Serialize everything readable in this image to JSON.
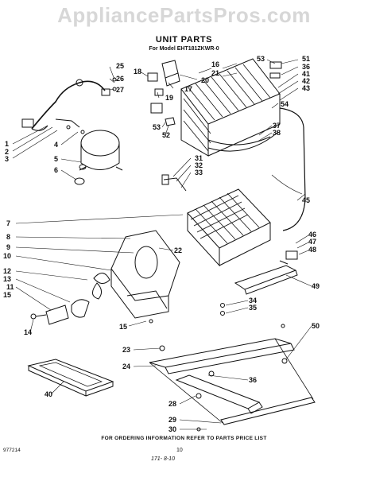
{
  "header": {
    "watermark": "AppliancePartsPros.com",
    "title": "UNIT PARTS",
    "model_line": "For Model EHT181ZKWR-0"
  },
  "callouts": [
    {
      "id": "c25",
      "label": "25"
    },
    {
      "id": "c26",
      "label": "26"
    },
    {
      "id": "c27",
      "label": "27"
    },
    {
      "id": "c18",
      "label": "18"
    },
    {
      "id": "c19",
      "label": "19"
    },
    {
      "id": "c17",
      "label": "17"
    },
    {
      "id": "c20",
      "label": "20"
    },
    {
      "id": "c16",
      "label": "16"
    },
    {
      "id": "c21",
      "label": "21"
    },
    {
      "id": "c53a",
      "label": "53"
    },
    {
      "id": "c51",
      "label": "51"
    },
    {
      "id": "c36a",
      "label": "36"
    },
    {
      "id": "c41",
      "label": "41"
    },
    {
      "id": "c42",
      "label": "42"
    },
    {
      "id": "c43",
      "label": "43"
    },
    {
      "id": "c54",
      "label": "54"
    },
    {
      "id": "c37",
      "label": "37"
    },
    {
      "id": "c38",
      "label": "38"
    },
    {
      "id": "c53b",
      "label": "53"
    },
    {
      "id": "c52",
      "label": "52"
    },
    {
      "id": "c1",
      "label": "1"
    },
    {
      "id": "c2",
      "label": "2"
    },
    {
      "id": "c3",
      "label": "3"
    },
    {
      "id": "c4",
      "label": "4"
    },
    {
      "id": "c5",
      "label": "5"
    },
    {
      "id": "c6",
      "label": "6"
    },
    {
      "id": "c31",
      "label": "31"
    },
    {
      "id": "c32",
      "label": "32"
    },
    {
      "id": "c33",
      "label": "33"
    },
    {
      "id": "c45",
      "label": "45"
    },
    {
      "id": "c7",
      "label": "7"
    },
    {
      "id": "c8",
      "label": "8"
    },
    {
      "id": "c9",
      "label": "9"
    },
    {
      "id": "c10",
      "label": "10"
    },
    {
      "id": "c22",
      "label": "22"
    },
    {
      "id": "c46",
      "label": "46"
    },
    {
      "id": "c47",
      "label": "47"
    },
    {
      "id": "c48",
      "label": "48"
    },
    {
      "id": "c12",
      "label": "12"
    },
    {
      "id": "c13",
      "label": "13"
    },
    {
      "id": "c11",
      "label": "11"
    },
    {
      "id": "c15a",
      "label": "15"
    },
    {
      "id": "c49",
      "label": "49"
    },
    {
      "id": "c34",
      "label": "34"
    },
    {
      "id": "c35",
      "label": "35"
    },
    {
      "id": "c14",
      "label": "14"
    },
    {
      "id": "c15b",
      "label": "15"
    },
    {
      "id": "c50",
      "label": "50"
    },
    {
      "id": "c23",
      "label": "23"
    },
    {
      "id": "c24",
      "label": "24"
    },
    {
      "id": "c36b",
      "label": "36"
    },
    {
      "id": "c40",
      "label": "40"
    },
    {
      "id": "c28",
      "label": "28"
    },
    {
      "id": "c29",
      "label": "29"
    },
    {
      "id": "c30",
      "label": "30"
    }
  ],
  "footer": {
    "note": "FOR ORDERING INFORMATION REFER TO PARTS PRICE LIST",
    "page_number": "10",
    "doc_number": "977214",
    "handwritten": "171- 8-10"
  }
}
